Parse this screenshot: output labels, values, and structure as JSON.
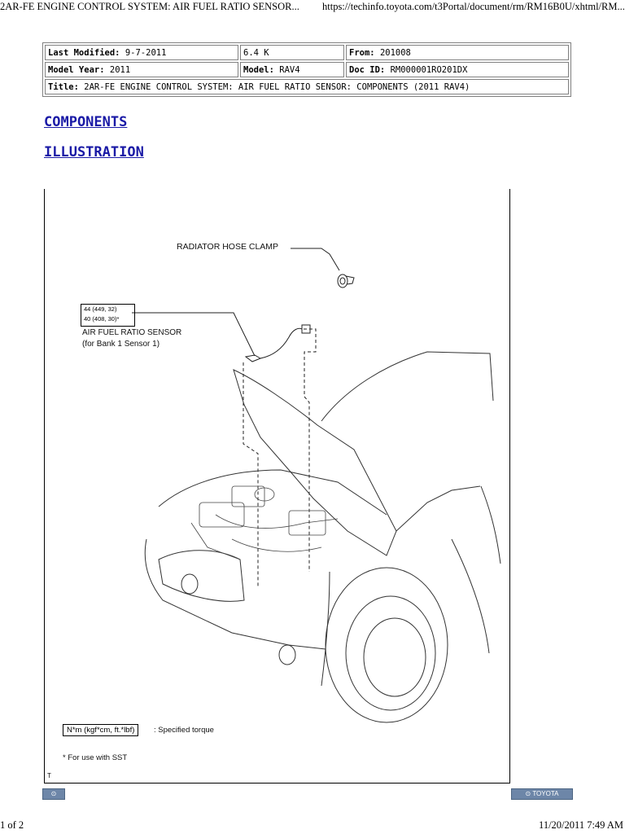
{
  "print_header": {
    "title": "2AR-FE ENGINE CONTROL SYSTEM: AIR FUEL RATIO SENSOR...",
    "url": "https://techinfo.toyota.com/t3Portal/document/rm/RM16B0U/xhtml/RM..."
  },
  "meta": {
    "last_modified_label": "Last Modified:",
    "last_modified_value": "9-7-2011",
    "size": "6.4 K",
    "from_label": "From:",
    "from_value": "201008",
    "model_year_label": "Model Year:",
    "model_year_value": "2011",
    "model_label": "Model:",
    "model_value": "RAV4",
    "doc_id_label": "Doc ID:",
    "doc_id_value": "RM000001RO201DX",
    "title_label": "Title:",
    "title_value": "2AR-FE ENGINE CONTROL SYSTEM: AIR FUEL RATIO SENSOR: COMPONENTS (2011 RAV4)"
  },
  "headings": {
    "components": "COMPONENTS",
    "illustration": "ILLUSTRATION"
  },
  "illustration": {
    "radiator_label": "RADIATOR HOSE CLAMP",
    "torque_line1": "44 (449, 32)",
    "torque_line2": "40 (408, 30)*",
    "sensor_label_1": "AIR FUEL RATIO SENSOR",
    "sensor_label_2": "(for Bank 1 Sensor 1)",
    "legend_box": "N*m (kgf*cm, ft.*lbf)",
    "legend_text": ": Specified torque",
    "sst_note": "* For use with SST",
    "corner_mark": "T"
  },
  "nav": {
    "left_button": "TOYOTA",
    "right_button": "TOYOTA"
  },
  "footer": {
    "page": "1 of 2",
    "datetime": "11/20/2011 7:49 AM"
  }
}
